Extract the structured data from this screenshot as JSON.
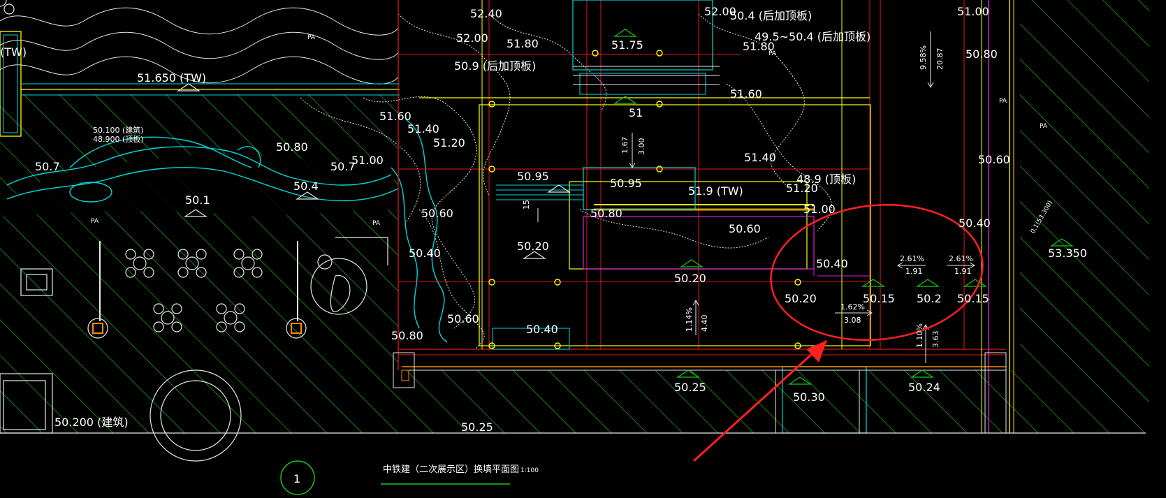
{
  "drawing": {
    "title": "中铁建（二次展示区）换填平面图",
    "scale": "1:100",
    "sheet_number": "1",
    "colors": {
      "background": "#000000",
      "hatch": "#18c818",
      "contour": "#e8e8e8",
      "wall": "#e01818",
      "building": "#ffff00",
      "water": "#00d8d8",
      "magenta": "#e020e0",
      "markup": "#ff2020",
      "label": "#ffffff"
    },
    "labels": {
      "tw_left": "(TW)",
      "tw_51650": "51.650 (TW)",
      "pa1": "PA",
      "l52_40": "52.40",
      "l52_00a": "52.00",
      "l51_80a": "51.80",
      "l50_9": "50.9 (后加顶板)",
      "l51_75": "51.75",
      "l52_00b": "52.00",
      "l50_4": "50.4 (后加顶板)",
      "l49_5": "49.5~50.4 (后加顶板)",
      "l51_80b": "51.80",
      "l51_60a": "51.60",
      "l51_60b": "51.60",
      "l51_40a": "51.40",
      "l51_20a": "51.20",
      "l51": "51",
      "l50_100": "50.100 (建筑)",
      "l48_900": "48.900 (顶板)",
      "l50_80a": "50.80",
      "l50_7a": "50.7",
      "l50_7b": "50.7",
      "l51_00a": "51.00",
      "l50_4b": "50.4",
      "l50_1": "50.1",
      "pa2": "PA",
      "pa3": "PA",
      "pa4": "PA",
      "l50_95a": "50.95",
      "l50_95b": "50.95",
      "l51_9tw": "51.9 (TW)",
      "l51_20b": "51.20",
      "l48_9": "48.9 (顶板)",
      "l51_40b": "51.40",
      "l50_60a": "50.60",
      "l50_80b": "50.80",
      "l51_00b": "51.00",
      "l50_60b": "50.60",
      "l50_20a": "50.20",
      "l50_40a": "50.40",
      "l50_40b": "50.40",
      "l50_20b": "50.20",
      "l50_20c": "50.20",
      "l50_15a": "50.15",
      "l50_2": "50.2",
      "l50_15b": "50.15",
      "l50_60c": "50.60",
      "l50_40c": "50.40",
      "l50_80c": "50.80",
      "l50_25a": "50.25",
      "l50_30": "50.30",
      "l50_24": "50.24",
      "l50_200": "50.200 (建筑)",
      "l50_25b": "50.25",
      "l51_00c": "51.00",
      "l50_80d": "50.80",
      "l50_60d": "50.60",
      "l50_x": "50.40",
      "l53_350": "53.350",
      "l53_300": "0.1(53.300)",
      "pa5": "PA",
      "pa6": "PA",
      "slope1_pct": "9.58%",
      "slope1_len": "20.87",
      "slope2_pct": "1.67",
      "slope2_len": "3.00",
      "slope3_pct": "2.61%",
      "slope3_len": "1.91",
      "slope4_pct": "2.61%",
      "slope4_len": "1.91",
      "slope5_pct": "1.62%",
      "slope5_len": "3.08",
      "slope6_pct": "1.14%",
      "slope6_len": "4.40",
      "slope7_pct": "1.10%",
      "slope7_len": "3.63",
      "n15": "15"
    }
  }
}
